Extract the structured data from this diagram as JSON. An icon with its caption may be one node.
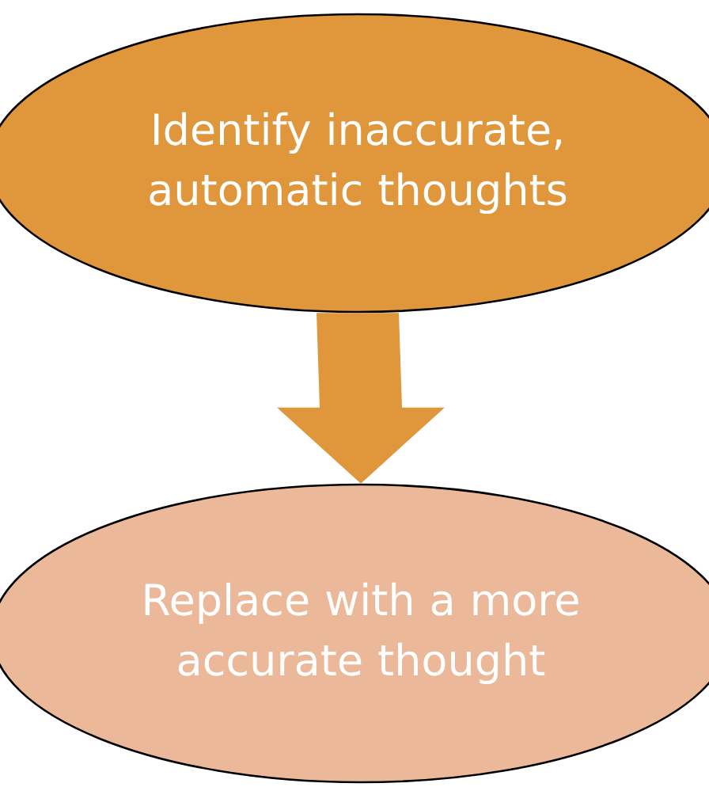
{
  "diagram": {
    "nodes": [
      {
        "text": [
          "Identify inaccurate, automatic thoughts"
        ]
      },
      {
        "text": [
          "Replace with a more accurate thought"
        ]
      }
    ],
    "edges": [
      {
        "from": 0,
        "to": 1,
        "arrow": "to"
      }
    ]
  }
}
